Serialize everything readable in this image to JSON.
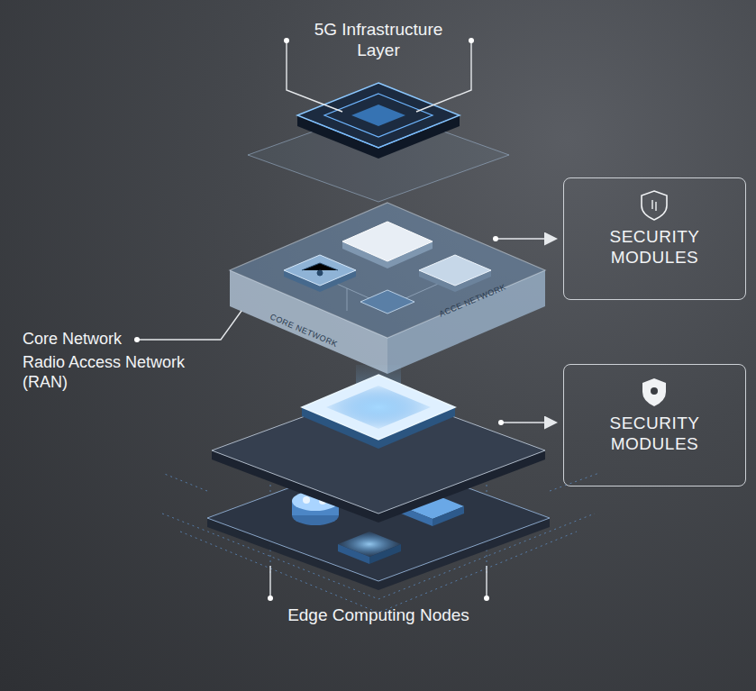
{
  "diagram": {
    "nodes": [
      {
        "text": [
          "SECURITY MODULES"
        ]
      },
      {
        "text": [
          "SECURITY MODULES"
        ]
      }
    ],
    "labels": [
      "5G Infrastructure Layer",
      "Core Network",
      "Radio Access Network (RAN)",
      "CORE NETWORK",
      "ACCE NETWORK",
      "Edge Computing Nodes"
    ]
  }
}
